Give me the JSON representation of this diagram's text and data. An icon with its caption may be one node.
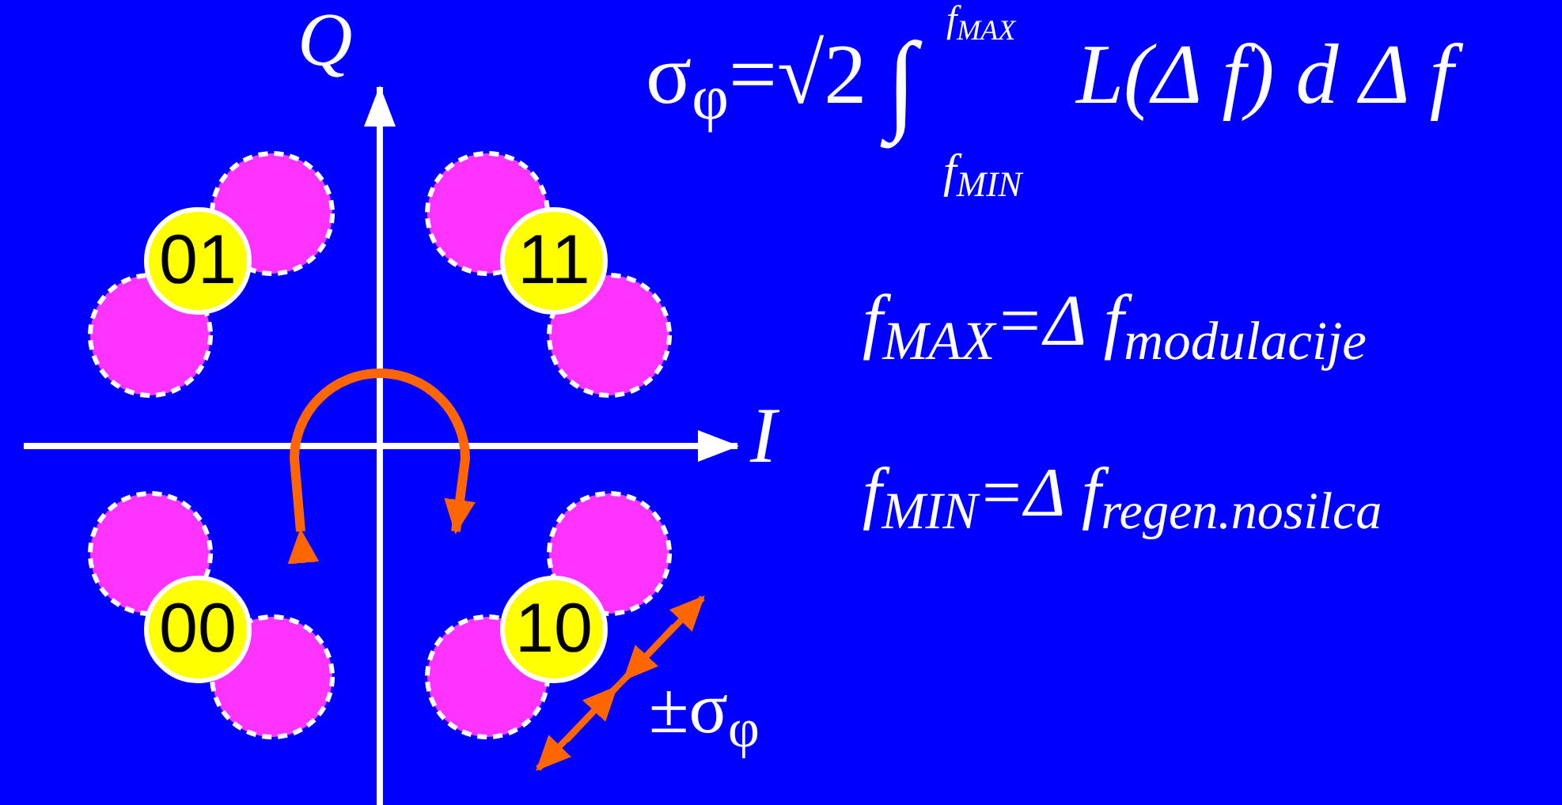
{
  "diagram": {
    "nodes": [
      {
        "text": [
          "01"
        ]
      },
      {
        "text": [
          "11"
        ]
      },
      {
        "text": [
          "00"
        ]
      },
      {
        "text": [
          "10"
        ]
      }
    ],
    "labels": [
      "Q",
      "σ$_{φ}$=√2",
      "f$_{MAX}$",
      "∫",
      "f$_{MIN}$",
      "L(Δ f) d Δ f",
      "f$_{MAX}$=Δ f$_{modulacije}$",
      "I",
      "f$_{MIN}$=Δ f$_{regen.nosilca}$",
      "±σ$_{φ}$"
    ]
  }
}
